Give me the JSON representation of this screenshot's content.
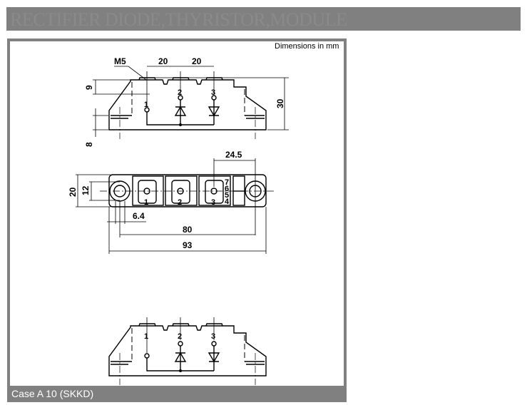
{
  "header": {
    "title": "RECTIFIER DIODE,THYRISTOR,MODULE"
  },
  "drawing": {
    "units_note": "Dimensions in mm",
    "side_view": {
      "thread": "M5",
      "pitch_1": "20",
      "pitch_2": "20",
      "dim_height_terminal": "9",
      "dim_height_total": "30",
      "dim_base": "8",
      "pins": [
        "1",
        "2",
        "3"
      ]
    },
    "top_view": {
      "dim_width_245": "24.5",
      "dim_height_outer": "20",
      "dim_height_inner": "12",
      "dim_hole": "6.4",
      "dim_mount": "80",
      "dim_length": "93",
      "pins": [
        "1",
        "2",
        "3"
      ],
      "aux_pins": [
        "7",
        "6",
        "5",
        "4"
      ]
    },
    "bottom_view": {
      "pins": [
        "1",
        "2",
        "3"
      ]
    }
  },
  "caption": "Case A 10 (SKKD)"
}
